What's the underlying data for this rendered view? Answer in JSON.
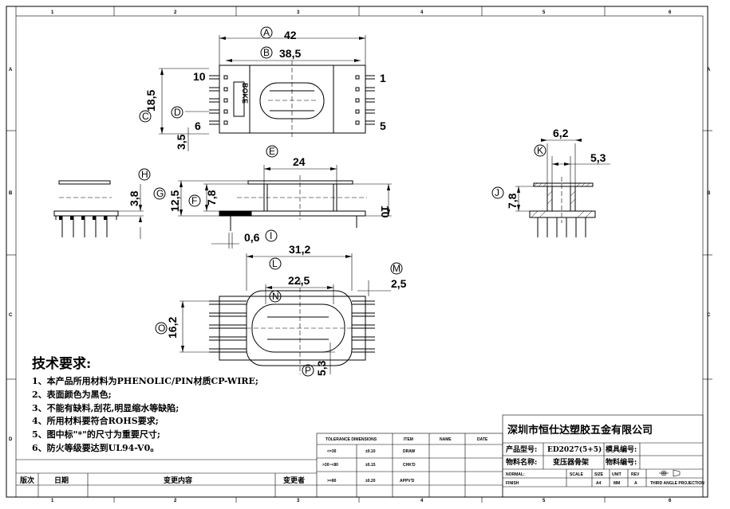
{
  "border": {
    "zones_cols": [
      "1",
      "2",
      "3",
      "4",
      "5",
      "6"
    ],
    "zones_rows": [
      "A",
      "B",
      "C",
      "D"
    ]
  },
  "dimensions": {
    "A": "42",
    "B": "38,5",
    "C": "18,5",
    "D": "",
    "E": "24",
    "F": "7,8",
    "G": "12,5",
    "H": "3,8",
    "I": "0,6",
    "J": "7,8",
    "K": "6,2",
    "K2": "5,3",
    "L": "31,2",
    "M": "2,5",
    "N": "22,5",
    "O": "16,2",
    "P": "5,3",
    "edge_left": "3,5",
    "pin_spacing": "10"
  },
  "callouts": [
    "A",
    "B",
    "C",
    "D",
    "E",
    "F",
    "G",
    "H",
    "I",
    "J",
    "K",
    "L",
    "M",
    "N",
    "O",
    "P"
  ],
  "pins": {
    "top_left": "10",
    "top_right": "1",
    "bottom_left": "6",
    "bottom_right": "5"
  },
  "brand_mark": "BOKE",
  "requirements": {
    "title": "技术要求:",
    "items": [
      "1、本产品所用材料为PHENOLIC/PIN材质CP-WIRE;",
      "2、表面颜色为黑色;",
      "3、不能有缺料,刮花,明显缩水等缺陷;",
      "4、所用材料要符合ROHS要求;",
      "5、图中标\"*\"的尺寸为重要尺寸;",
      "6、防火等级要达到UL94-V0。"
    ]
  },
  "revision_table": {
    "headers": [
      "版次",
      "日期",
      "变更内容",
      "变更者"
    ]
  },
  "tolerance_table": {
    "header": "TOLERANCE DIMENSIONS",
    "rows": [
      {
        "range": "<=30",
        "tol": "±0.10"
      },
      {
        "range": ">30~<80",
        "tol": "±0.15"
      },
      {
        "range": ">=80",
        "tol": "±0.20"
      }
    ],
    "sign_headers": [
      "ITEM",
      "NAME",
      "DATE"
    ],
    "sign_rows": [
      "DRAW",
      "CHK'D",
      "APPV'D"
    ]
  },
  "title_block": {
    "company": "深圳市恒仕达塑胶五金有限公司",
    "product_no_label": "产品型号:",
    "product_no": "ED2027(5+5)",
    "mold_label": "模具编号:",
    "product_name_label": "物料名称:",
    "product_name": "变压器骨架",
    "material_label": "物料编号:",
    "row_labels": [
      "NORMAL:",
      "SCALE",
      "SIZE",
      "UNIT",
      "REV"
    ],
    "values": [
      "A4",
      "MM",
      "A"
    ],
    "finish_label": "FINISH",
    "projection": "THIRD ANGLE PROJECTION"
  }
}
